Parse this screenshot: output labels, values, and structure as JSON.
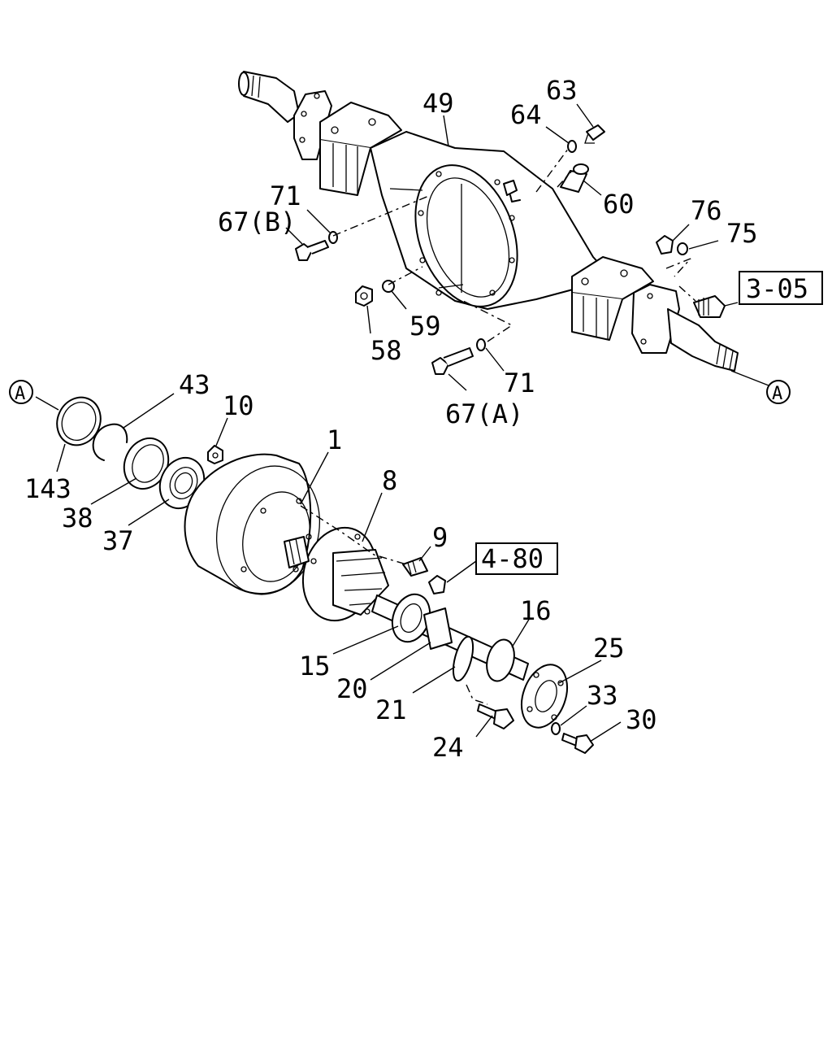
{
  "labels": {
    "p1": "1",
    "p8": "8",
    "p9": "9",
    "p10": "10",
    "p15": "15",
    "p16": "16",
    "p20": "20",
    "p21": "21",
    "p24": "24",
    "p25": "25",
    "p30": "30",
    "p33": "33",
    "p37": "37",
    "p38": "38",
    "p43": "43",
    "p49": "49",
    "p58": "58",
    "p59": "59",
    "p60": "60",
    "p63": "63",
    "p64": "64",
    "p67a": "67(A)",
    "p67b": "67(B)",
    "p71a": "71",
    "p71b": "71",
    "p75": "75",
    "p76": "76",
    "p143": "143"
  },
  "refs": {
    "r305": "3-05",
    "r480": "4-80"
  },
  "markers": {
    "left": "A",
    "right": "A"
  }
}
